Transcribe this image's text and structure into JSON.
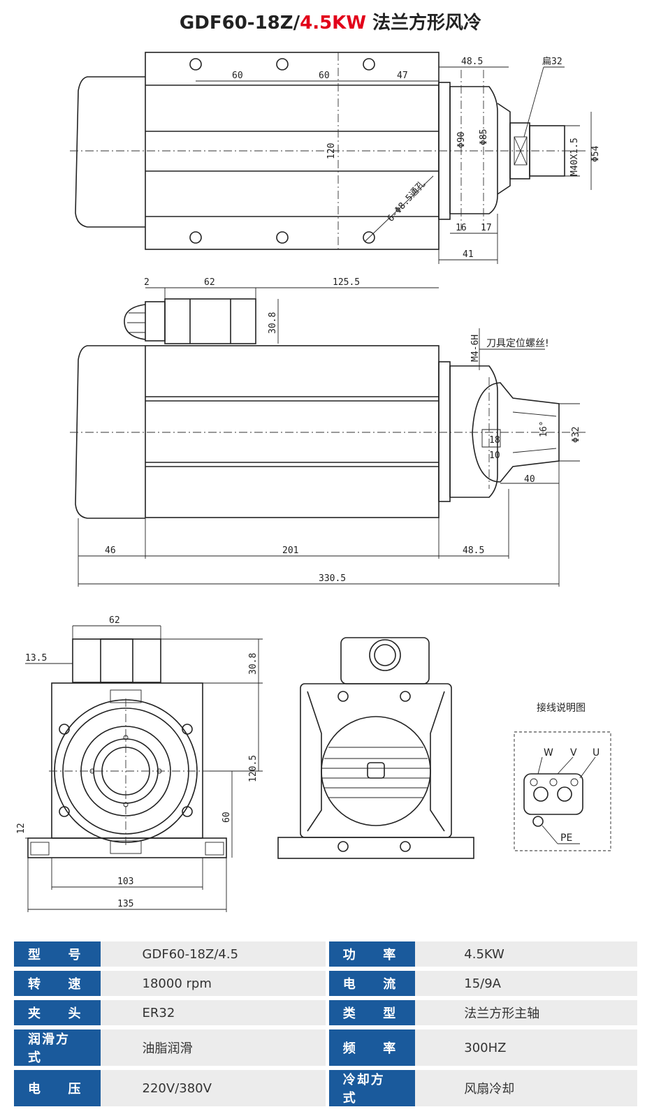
{
  "title": {
    "prefix": "GDF60-18Z/",
    "accent": "4.5KW",
    "suffix": " 法兰方形风冷",
    "accent_color": "#e2001a"
  },
  "top_view": {
    "dims": {
      "d_60a": "60",
      "d_60b": "60",
      "d_47": "47",
      "d_48_5": "48.5",
      "d_120": "120",
      "holes": "6-Φ8.5通孔",
      "d_phi90": "Φ90",
      "d_phi85": "Φ85",
      "flat": "扁32",
      "thread": "M40X1.5",
      "d_phi54": "Φ54",
      "d_16": "16",
      "d_17": "17",
      "d_41": "41"
    }
  },
  "side_view": {
    "dims": {
      "d_2": "2",
      "d_62": "62",
      "d_125_5": "125.5",
      "d_30_8": "30.8",
      "screw": "M4-6H",
      "screw_note": "刀具定位螺丝!",
      "angle": "16°",
      "d_phi32": "Φ32",
      "d_18": "18",
      "d_10": "10",
      "d_40": "40",
      "d_46": "46",
      "d_201": "201",
      "d_48_5": "48.5",
      "d_330_5": "330.5"
    }
  },
  "front_view": {
    "dims": {
      "d_62": "62",
      "d_13_5": "13.5",
      "d_30_8": "30.8",
      "d_120_5": "120.5",
      "d_60": "60",
      "d_12": "12",
      "d_103": "103",
      "d_135": "135"
    }
  },
  "wiring": {
    "title": "接线说明图",
    "w": "W",
    "v": "V",
    "u": "U",
    "pe": "PE"
  },
  "specs": [
    {
      "k1": [
        "型",
        "号"
      ],
      "v1": "GDF60-18Z/4.5",
      "k2": [
        "功",
        "率"
      ],
      "v2": "4.5KW"
    },
    {
      "k1": [
        "转",
        "速"
      ],
      "v1": "18000 rpm",
      "k2": [
        "电",
        "流"
      ],
      "v2": "15/9A"
    },
    {
      "k1": [
        "夹",
        "头"
      ],
      "v1": "ER32",
      "k2": [
        "类",
        "型"
      ],
      "v2": "法兰方形主轴"
    },
    {
      "k1": [
        "润滑方式"
      ],
      "v1": "油脂润滑",
      "k2": [
        "频",
        "率"
      ],
      "v2": "300HZ"
    },
    {
      "k1": [
        "电",
        "压"
      ],
      "v1": "220V/380V",
      "k2": [
        "冷却方式"
      ],
      "v2": "风扇冷却"
    }
  ]
}
